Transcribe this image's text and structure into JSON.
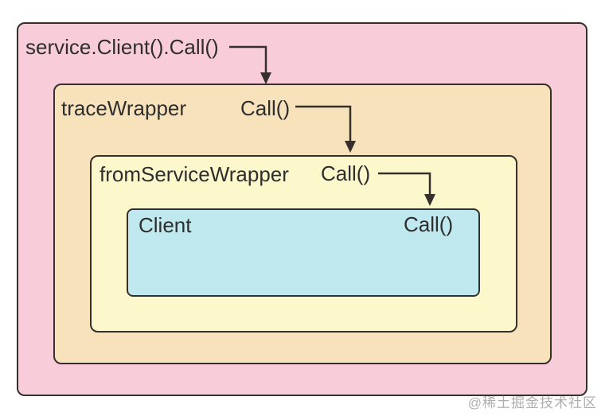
{
  "diagram": {
    "entry_call": "service.Client().Call()",
    "trace_wrapper": {
      "label": "traceWrapper",
      "call": "Call()"
    },
    "from_service_wrapper": {
      "label": "fromServiceWrapper",
      "call": "Call()"
    },
    "client": {
      "label": "Client",
      "call": "Call()"
    }
  },
  "watermark": "@稀土掘金技术社区",
  "colors": {
    "outer_box_bg": "#f8cdd9",
    "trace_wrapper_bg": "#f7e2bb",
    "from_service_wrapper_bg": "#fdf7cc",
    "client_bg": "#c0e8ef",
    "border": "#35302b",
    "text": "#2e2e2e",
    "arrow": "#35302b",
    "watermark_text": "#7d7d7d",
    "page_bg": "#ffffff"
  }
}
